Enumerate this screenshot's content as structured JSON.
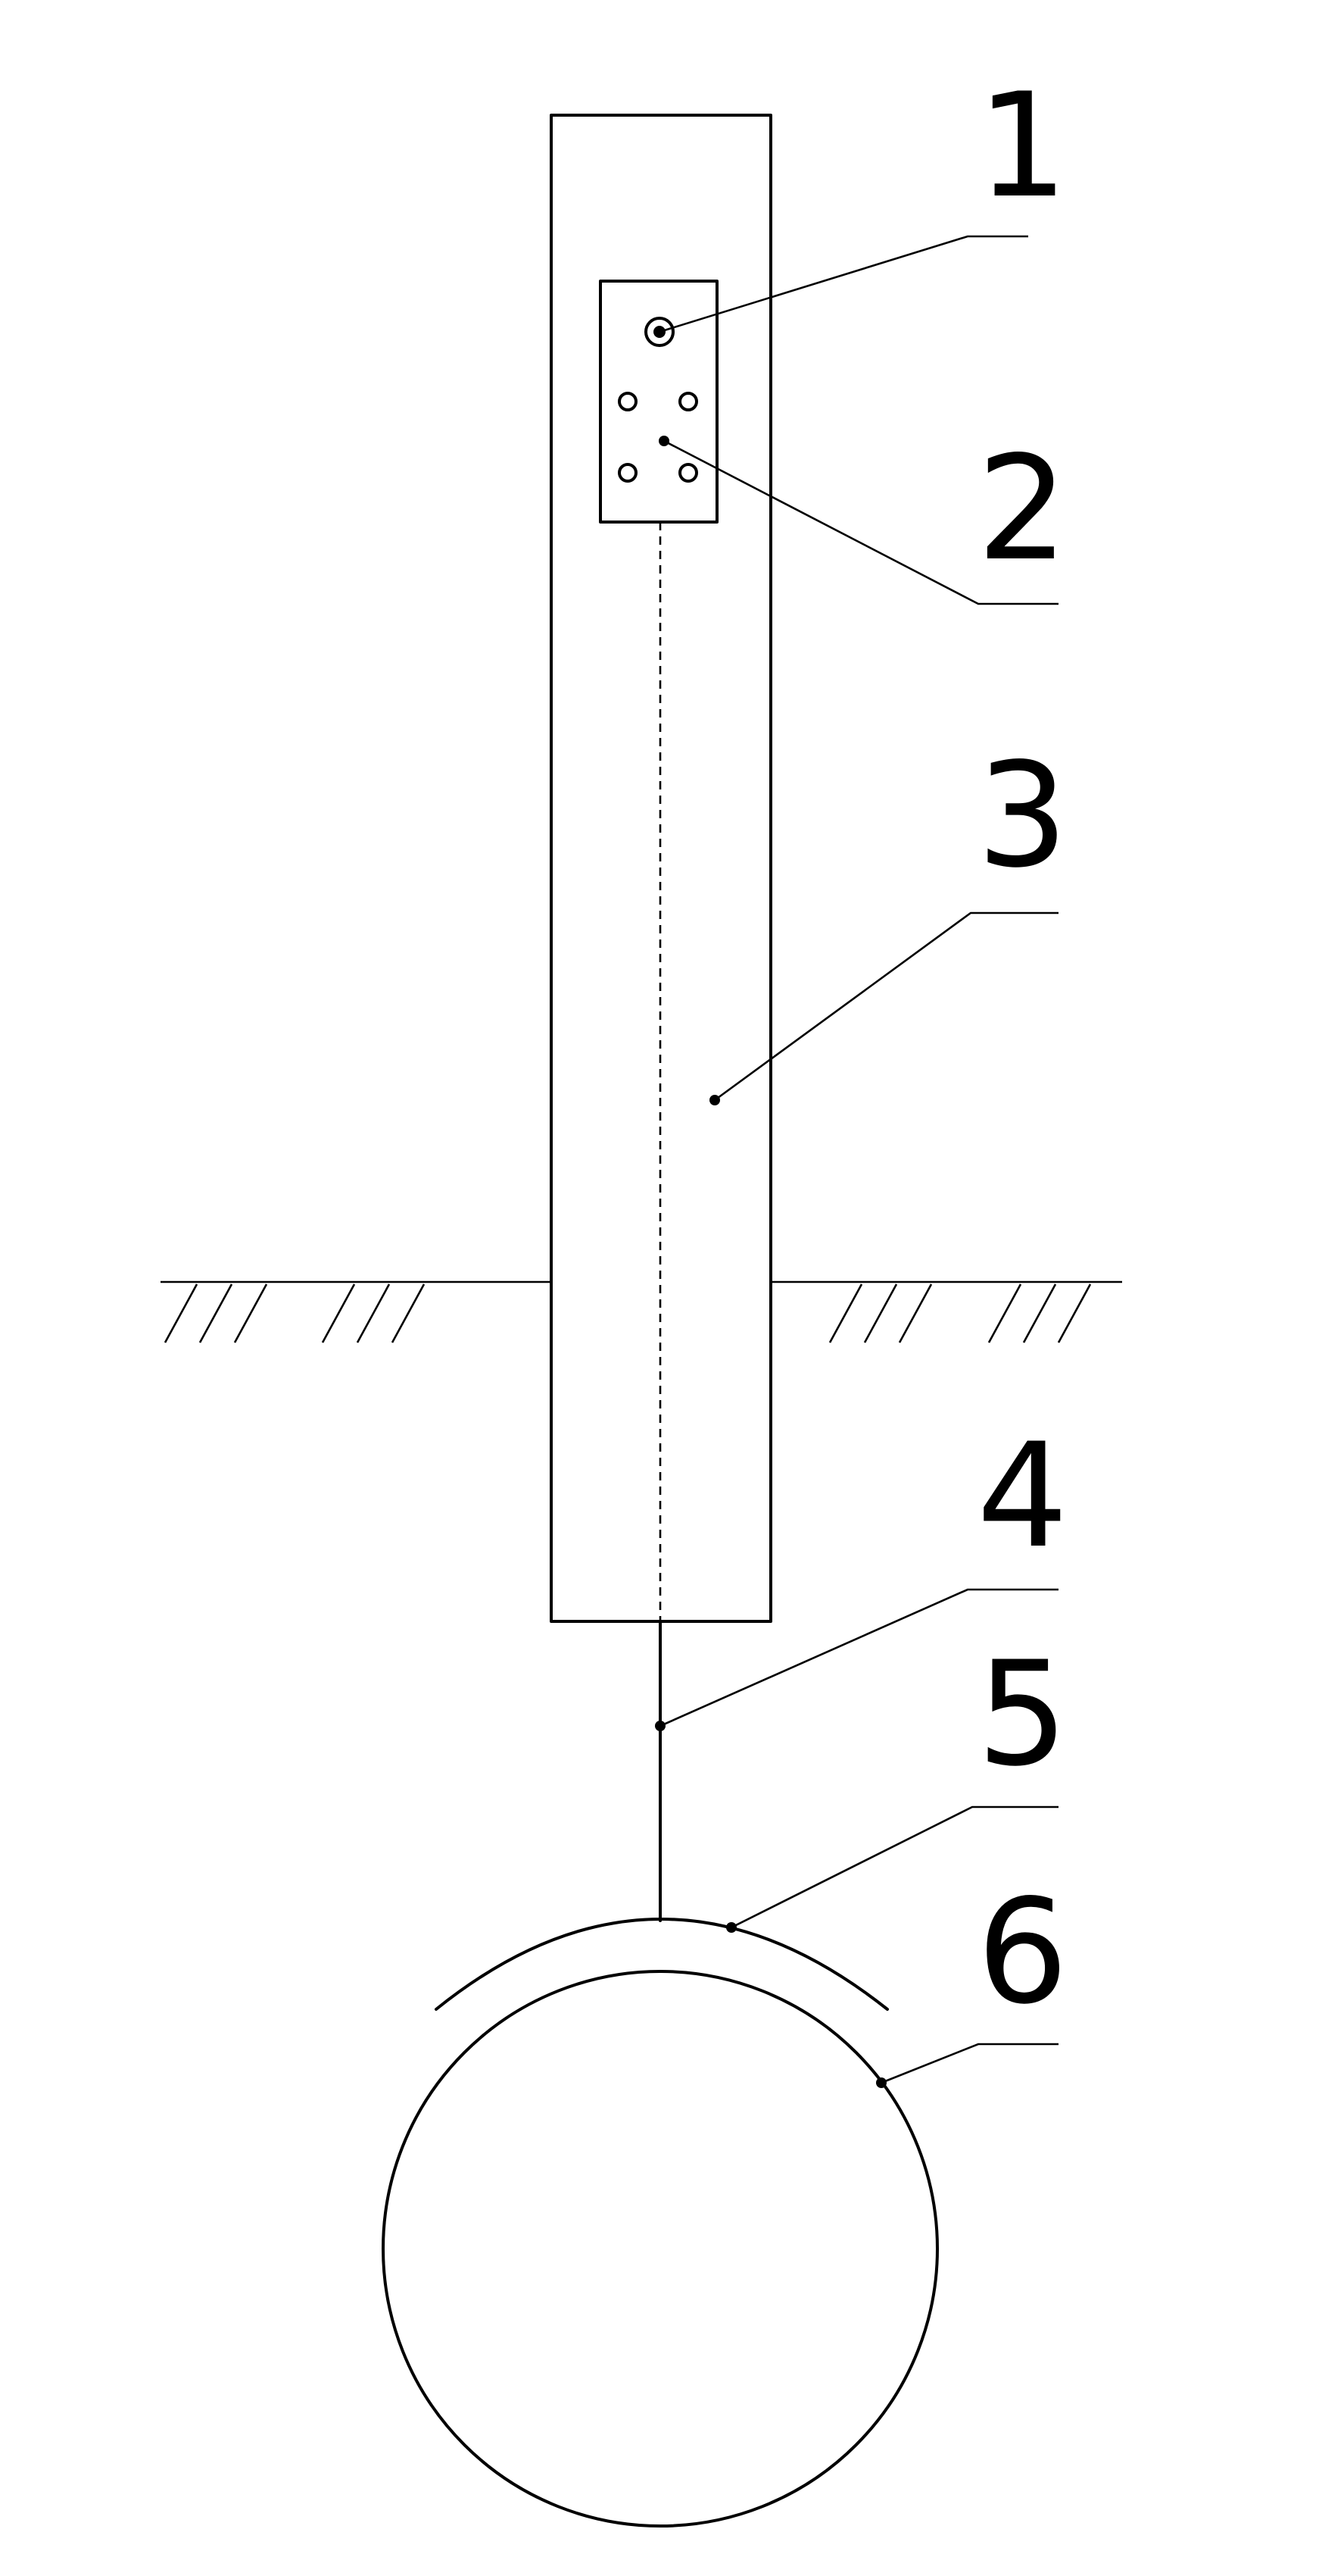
{
  "parts": [
    {
      "id": "1",
      "label": "1"
    },
    {
      "id": "2",
      "label": "2"
    },
    {
      "id": "3",
      "label": "3"
    },
    {
      "id": "4",
      "label": "4"
    },
    {
      "id": "5",
      "label": "5"
    },
    {
      "id": "6",
      "label": "6"
    }
  ],
  "colors": {
    "line": "#000000",
    "background": "#ffffff"
  }
}
